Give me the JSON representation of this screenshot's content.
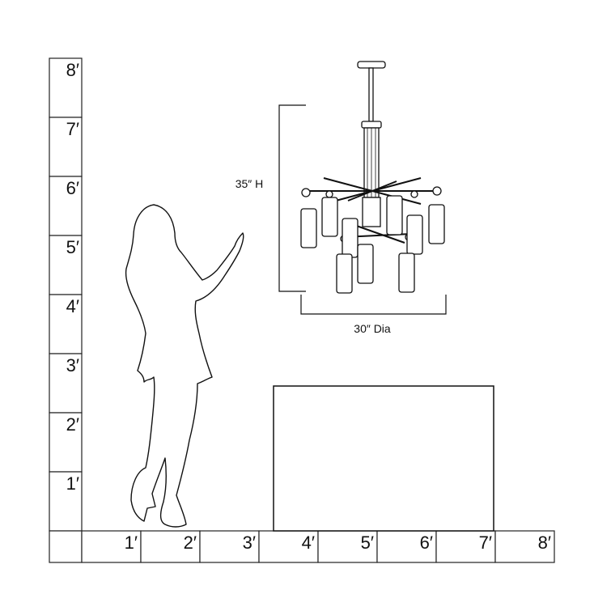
{
  "vertical_ruler": {
    "labels": [
      "8′",
      "7′",
      "6′",
      "5′",
      "4′",
      "3′",
      "2′",
      "1′"
    ]
  },
  "horizontal_ruler": {
    "labels": [
      "1′",
      "2′",
      "3′",
      "4′",
      "5′",
      "6′",
      "7′",
      "8′"
    ]
  },
  "dimensions": {
    "height_label": "35″ H",
    "diameter_label": "30″ Dia"
  }
}
